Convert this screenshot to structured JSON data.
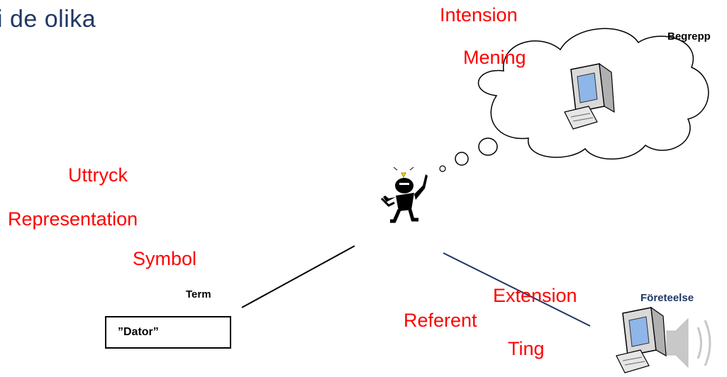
{
  "title": "i de olika",
  "labels": {
    "intension": "Intension",
    "mening": "Mening",
    "begrepp": "Begrepp",
    "uttryck": "Uttryck",
    "representation": "Representation",
    "symbol": "Symbol",
    "term": "Term",
    "term_value": "”Dator”",
    "extension": "Extension",
    "referent": "Referent",
    "ting": "Ting",
    "foreteelse": "Företeelse"
  },
  "colors": {
    "accent_red": "#ff0000",
    "title_blue": "#1f3864",
    "line_navy": "#1f3864"
  },
  "icons": [
    "computer-icon-concept",
    "computer-icon-object",
    "thinking-person-icon",
    "speaker-icon"
  ]
}
